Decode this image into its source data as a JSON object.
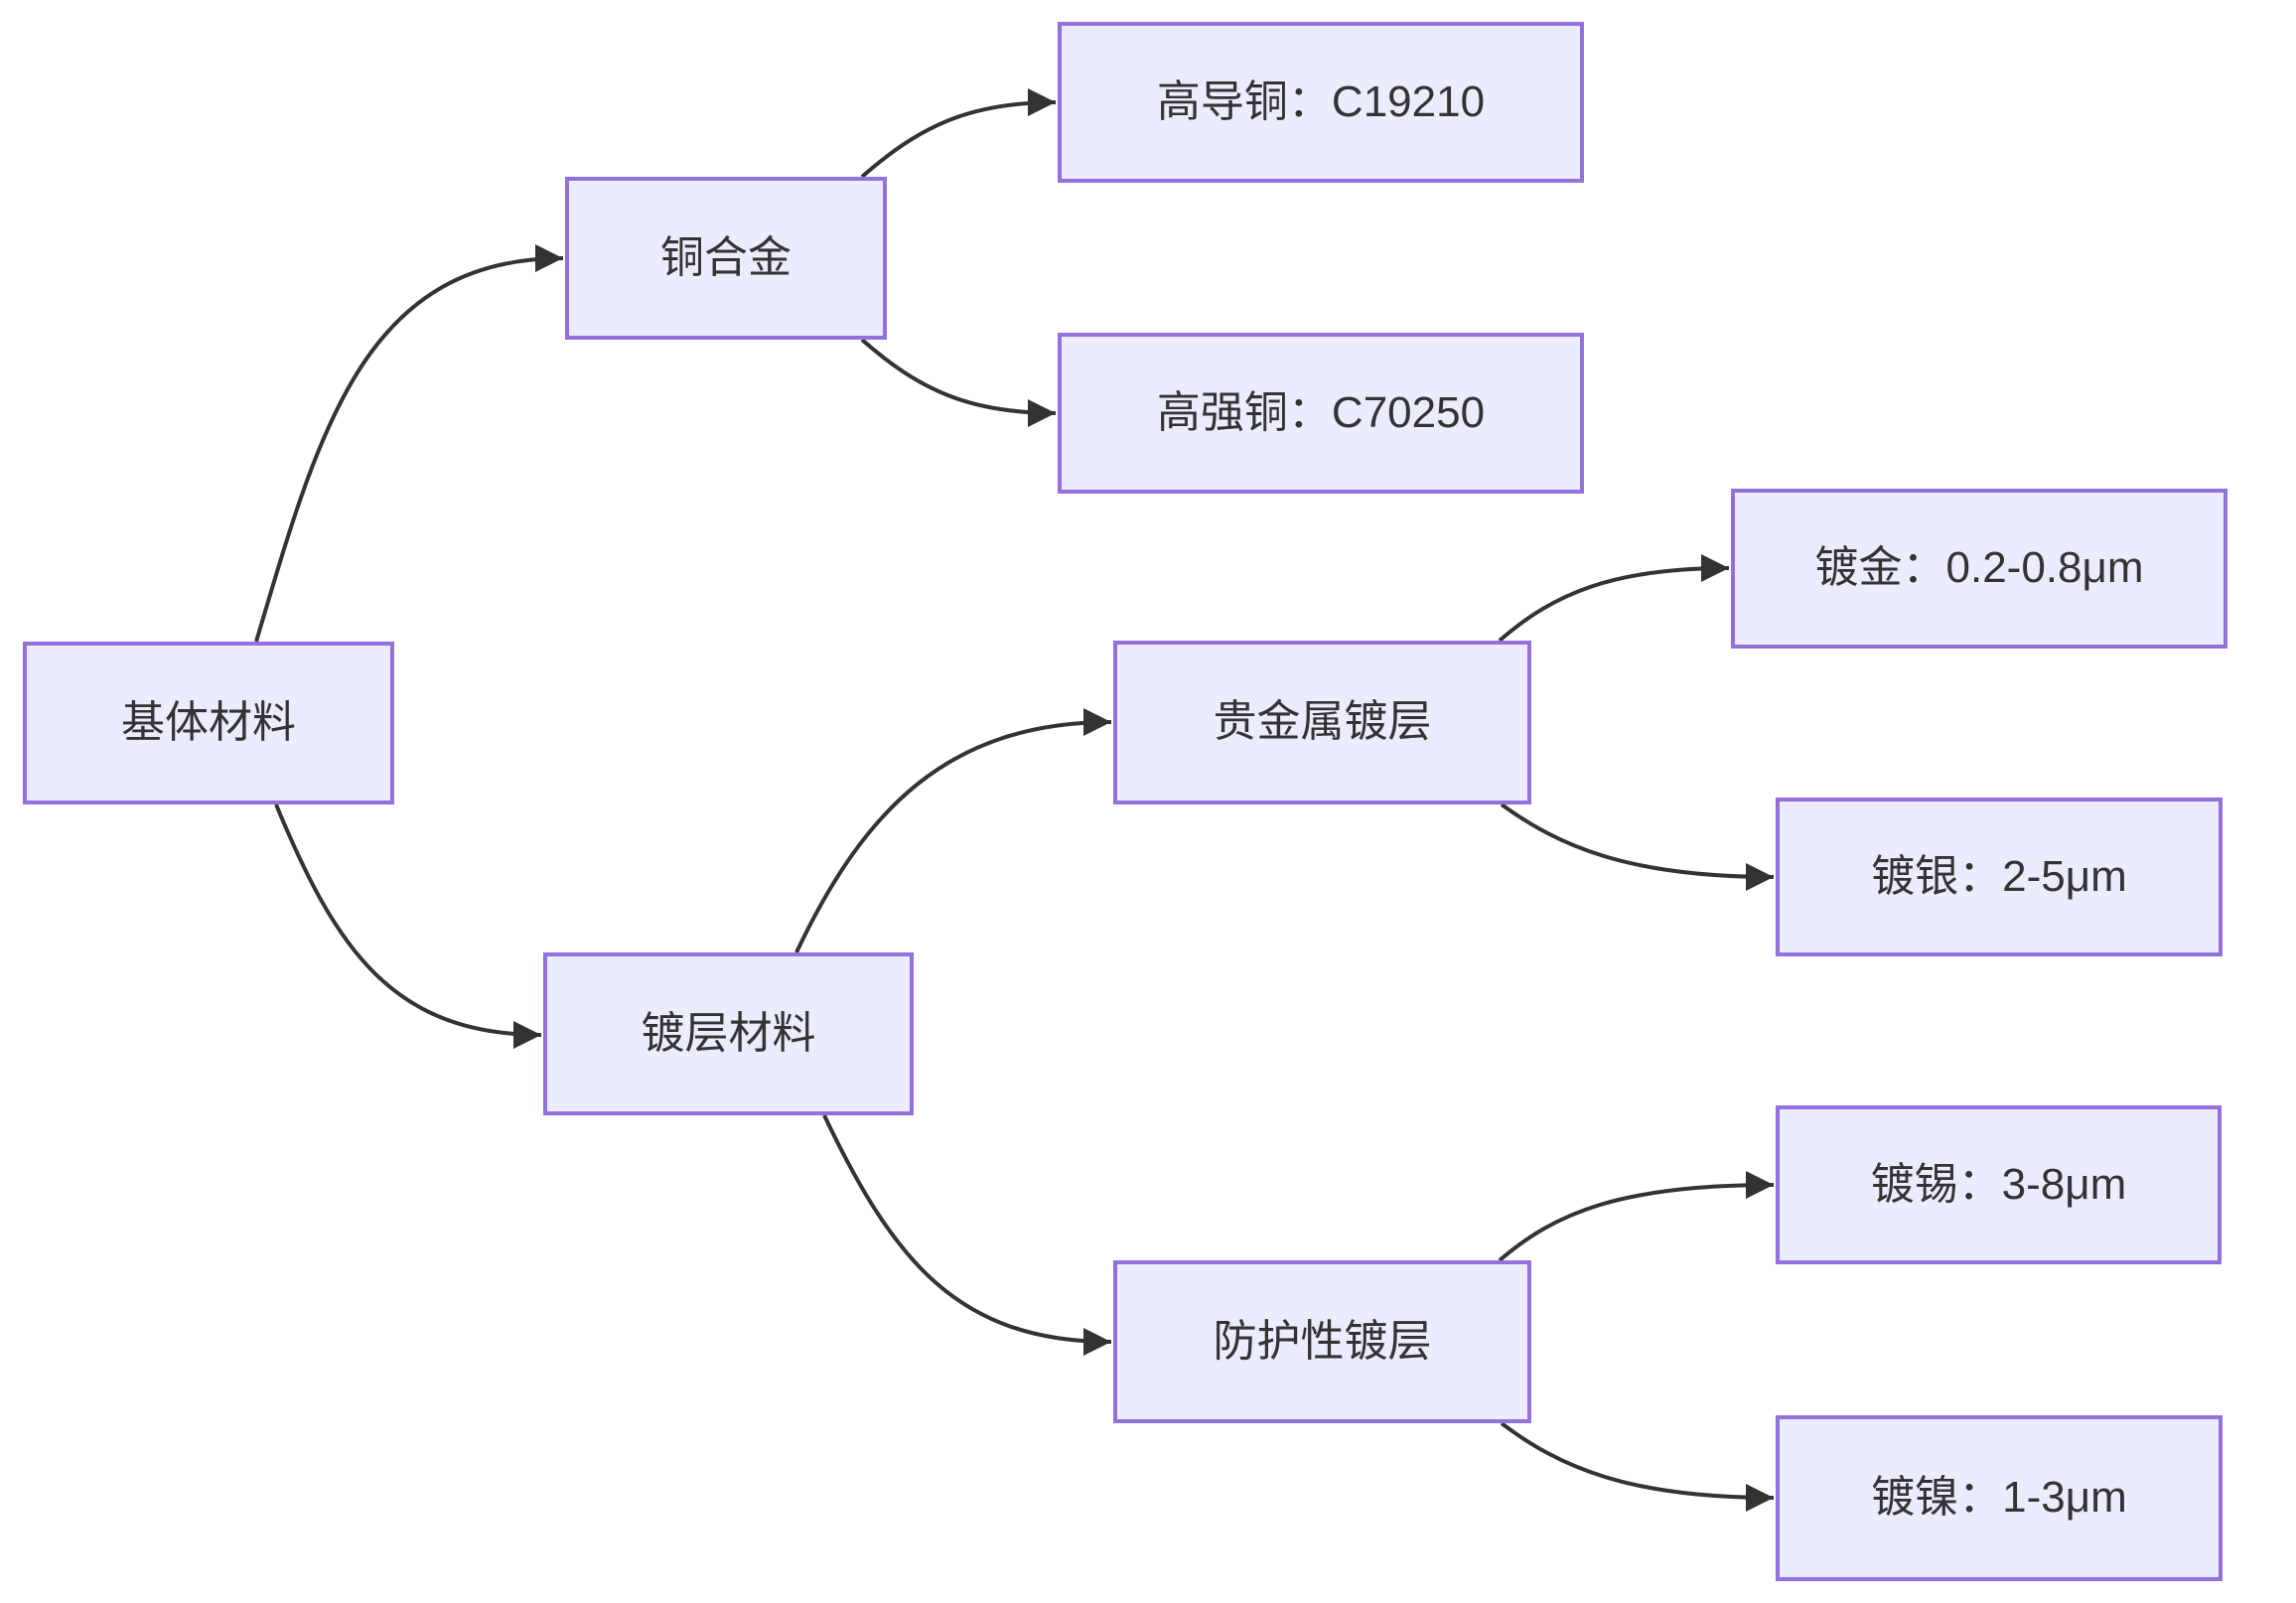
{
  "diagram": {
    "type": "flowchart",
    "direction": "left-to-right",
    "colors": {
      "node_fill": "#ECECFF",
      "node_border": "#9370DB",
      "edge_color": "#333333",
      "text_color": "#333333",
      "background": "#ffffff"
    },
    "nodes": [
      {
        "id": "base",
        "label": "基体材料"
      },
      {
        "id": "copper",
        "label": "铜合金"
      },
      {
        "id": "coating",
        "label": "镀层材料"
      },
      {
        "id": "hdc",
        "label": "高导铜：C19210"
      },
      {
        "id": "hsc",
        "label": "高强铜：C70250"
      },
      {
        "id": "precious",
        "label": "贵金属镀层"
      },
      {
        "id": "protective",
        "label": "防护性镀层"
      },
      {
        "id": "gold",
        "label": "镀金：0.2-0.8μm"
      },
      {
        "id": "silver",
        "label": "镀银：2-5μm"
      },
      {
        "id": "tin",
        "label": "镀锡：3-8μm"
      },
      {
        "id": "nickel",
        "label": "镀镍：1-3μm"
      }
    ],
    "edges": [
      {
        "from": "base",
        "to": "copper"
      },
      {
        "from": "base",
        "to": "coating"
      },
      {
        "from": "copper",
        "to": "hdc"
      },
      {
        "from": "copper",
        "to": "hsc"
      },
      {
        "from": "coating",
        "to": "precious"
      },
      {
        "from": "coating",
        "to": "protective"
      },
      {
        "from": "precious",
        "to": "gold"
      },
      {
        "from": "precious",
        "to": "silver"
      },
      {
        "from": "protective",
        "to": "tin"
      },
      {
        "from": "protective",
        "to": "nickel"
      }
    ]
  }
}
